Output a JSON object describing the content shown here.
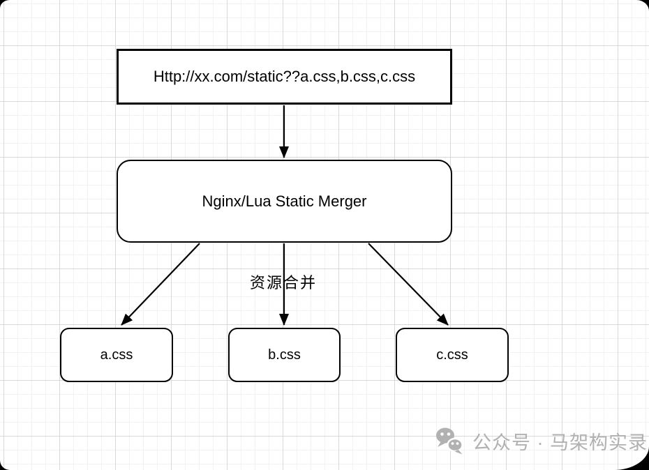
{
  "colors": {
    "box_border": "#000000",
    "box_fill": "#ffffff",
    "arrow": "#000000",
    "grid_minor": "#f2f2f2",
    "grid_major": "#d9d9d9",
    "watermark_gray": "#b1b1b1",
    "page_background": "#ffffff",
    "outside_background": "#000000"
  },
  "diagram": {
    "request_box": {
      "label": "Http://xx.com/static??a.css,b.css,c.css"
    },
    "merger_box": {
      "label": "Nginx/Lua Static Merger"
    },
    "merge_arrow_label": "资源合并",
    "files": [
      {
        "label": "a.css"
      },
      {
        "label": "b.css"
      },
      {
        "label": "c.css"
      }
    ]
  },
  "watermark": {
    "icon": "wechat-icon",
    "text": "公众号 · 马架构实录"
  }
}
